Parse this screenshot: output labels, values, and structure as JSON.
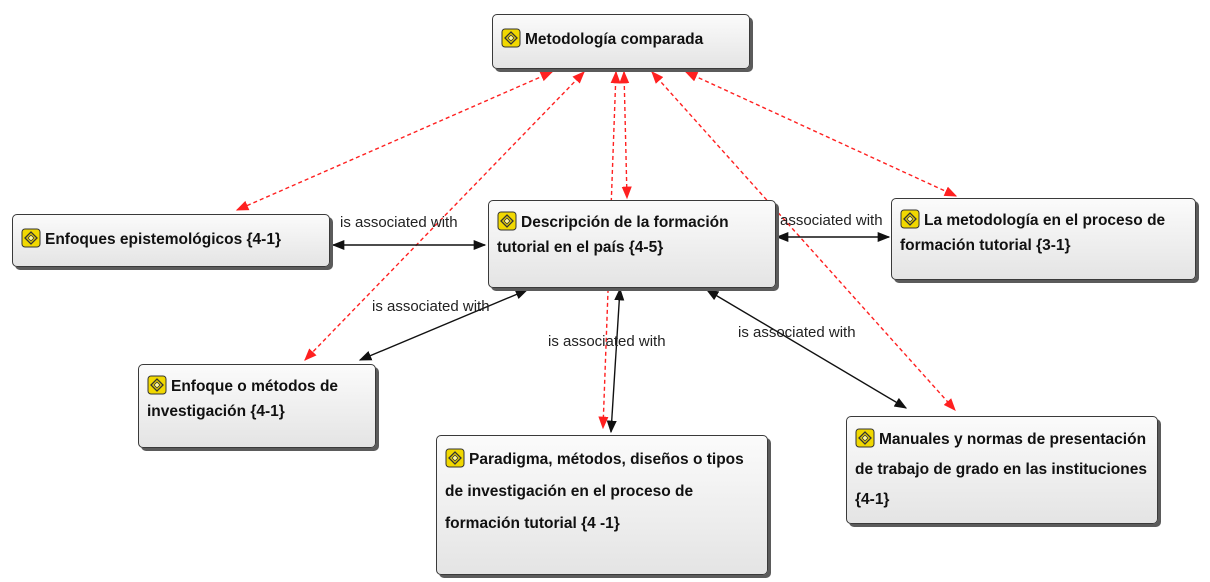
{
  "nodes": {
    "metodologia": "Metodología comparada",
    "enfoques": "Enfoques epistemológicos {4-1}",
    "descripcion": "Descripción de la formación tutorial en el país {4-5}",
    "la_metodologia": "La metodología en el proceso de formación tutorial {3-1}",
    "enfoque_metodos": "Enfoque o métodos de investigación {4-1}",
    "paradigma": "Paradigma, métodos, diseños o tipos de investigación en el proceso de formación tutorial {4 -1}",
    "manuales": "Manuales y normas de presentación de trabajo de grado en las instituciones {4-1}"
  },
  "labels": {
    "l1": "is associated with",
    "l2": "associated with",
    "l3": "is associated with",
    "l4": "is associated with",
    "l5": "is associated with"
  },
  "colors": {
    "relation": "#111111",
    "dashed": "#ff2020",
    "icon_fill": "#f1d800"
  },
  "icon": "code-node-icon"
}
